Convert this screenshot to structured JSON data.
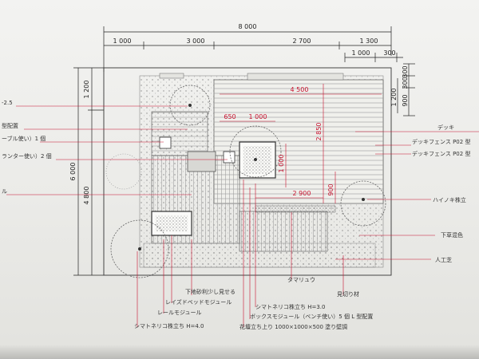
{
  "dimensions": {
    "total_width": "8 000",
    "top_segments": [
      "1 000",
      "3 000",
      "2 700",
      "1 300"
    ],
    "right_sub": [
      "1 000",
      "300"
    ],
    "left_total": "6 000",
    "left_sub": [
      "1 200",
      "4 800"
    ],
    "right_vertical": [
      "300",
      "300",
      "900",
      "1 200"
    ],
    "inner_width": "4 500",
    "inner_small": [
      "650",
      "1 000"
    ],
    "inner_v": [
      "2 850",
      "1 000",
      "900"
    ],
    "inner_bottom": "2 900"
  },
  "labels_left": [
    "-2.5",
    "型配置",
    "ーブル使い）1 個",
    "ランター使い）2 個",
    "ル"
  ],
  "labels_right": [
    "デッキ",
    "デッキフェンス P02 型",
    "デッキフェンス P02 型",
    "ハイノキ株立",
    "下草混色",
    "人工芝"
  ],
  "labels_bottom": [
    "下地砂利少し見せる",
    "レイズドベッドモジュール",
    "レールモジュール",
    "シマトネリコ株立ち H=4.0",
    "タマリュウ",
    "見切り材",
    "シマトネリコ株立ち H=3.0",
    "ボックスモジュール（ベンチ使い）5 個 L 型配置",
    "花壇立ち上り 1000×1000×500 塗り壁調"
  ]
}
